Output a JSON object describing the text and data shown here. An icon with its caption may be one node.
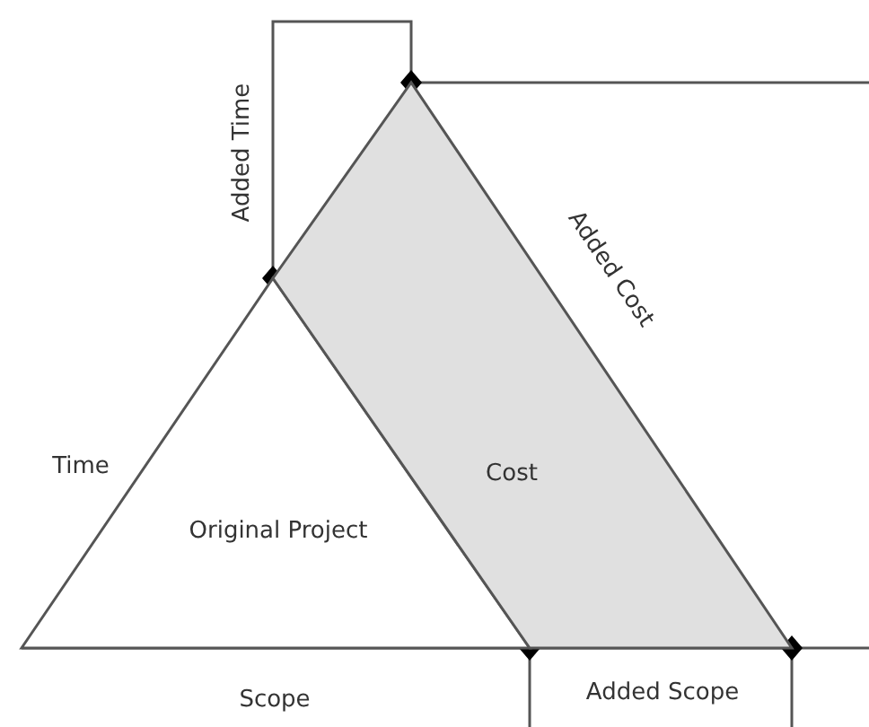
{
  "diagram": {
    "nodes": [
      {
        "text": [
          "Original Project"
        ]
      },
      {
        "text": [
          "Cost"
        ]
      }
    ],
    "labels": [
      "Added Time",
      "Added Cost",
      "Time",
      "Scope",
      "Added Scope"
    ]
  }
}
